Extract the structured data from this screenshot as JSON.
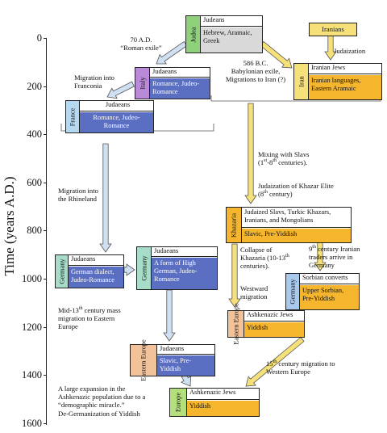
{
  "axis": {
    "label": "Time (years A.D.)",
    "ticks": [
      "0",
      "200",
      "400",
      "600",
      "800",
      "1000",
      "1200",
      "1400",
      "1600"
    ]
  },
  "colors": {
    "judea_side": "#8fd17a",
    "judea_lang": "#d9d9d9",
    "iran_side": "#f6e07a",
    "iran_lang": "#f5b52d",
    "italy_side": "#b98ad8",
    "blue_lang": "#5a6fc2",
    "france_side": "#b6d9f2",
    "germany_side": "#a6dcc8",
    "eastern_europe_side": "#f2c29b",
    "khazaria_side": "#f5b52d",
    "sorbian_side": "#a9c9ec",
    "europe_side": "#b3e07c",
    "arrow_blue": "#cfe0f3",
    "arrow_gold": "#f6e07a"
  },
  "nodes": {
    "judea": {
      "region": "Judea",
      "people": "Judeans",
      "language": "Hebrew, Aramaic, Greek"
    },
    "iranians": {
      "people": "Iranians"
    },
    "iran": {
      "region": "Iran",
      "people": "Iranian Jews",
      "language": "Iranian languages, Eastern Aramaic"
    },
    "italy": {
      "region": "Italy",
      "people": "Judaeans",
      "language": "Romance, Judeo-Romance"
    },
    "france": {
      "region": "France",
      "people": "Judaeans",
      "language": "Romance, Judeo-Romance"
    },
    "germany1": {
      "region": "Germany",
      "people": "Judaeans",
      "language": "German dialect, Judeo-Romance"
    },
    "germany2": {
      "region": "Germany",
      "people": "Judaeans",
      "language": "A form of High German, Judeo-Romance"
    },
    "khazaria": {
      "region": "Khazaria",
      "people": "Judaized Slavs, Turkic Khazars, Iranians, and Mongolians",
      "language": "Slavic, Pre-Yiddish"
    },
    "sorbian": {
      "region": "Germany",
      "people": "Sorbian converts",
      "language": "Upper Sorbian, Pre-Yiddish"
    },
    "eastern_europe1": {
      "region": "Eastern Europe",
      "people": "Ashkenazic Jews",
      "language": "Yiddish"
    },
    "eastern_europe2": {
      "region": "Eastern Europe",
      "people": "Judaeans",
      "language": "Slavic, Pre-Yiddish"
    },
    "europe": {
      "region": "Europe",
      "people": "Ashkenazic Jews",
      "language": "Yiddish"
    }
  },
  "annotations": {
    "roman_exile_1": "70 A.D.",
    "roman_exile_2": "“Roman exile”",
    "judaization": "Judaization",
    "babylonian_1": "586 B.C.",
    "babylonian_2": "Babylonian exile,",
    "babylonian_3": "Migrations to Iran (?)",
    "franconia_1": "Migration into",
    "franconia_2": "Franconia",
    "rhineland_1": "Migration into",
    "rhineland_2": "the Rhineland",
    "slavs_1": "Mixing with Slavs",
    "slavs_2a": "(1",
    "slavs_2sup1": "st",
    "slavs_2b": "-8",
    "slavs_2sup2": "th",
    "slavs_2c": " centuries).",
    "khazar_elite_1": "Judaization of Khazar Elite",
    "khazar_elite_2a": "(8",
    "khazar_elite_2sup": "th",
    "khazar_elite_2b": " century)",
    "collapse_1": "Collapse of",
    "collapse_2a": "Khazaria (10-13",
    "collapse_2sup": "th",
    "collapse_3": "centuries).",
    "iranian_traders_1a": "9",
    "iranian_traders_1sup": "th",
    "iranian_traders_1b": " century Iranian",
    "iranian_traders_2": "traders arrive in",
    "iranian_traders_3": "Germany",
    "westward_1": "Westward",
    "westward_2": "migration",
    "mass_migration_1a": "Mid-13",
    "mass_migration_1sup": "th",
    "mass_migration_1b": " century mass",
    "mass_migration_2": "migration to Eastern",
    "mass_migration_3": "Europe",
    "migration_15_1a": "15",
    "migration_15_1sup": "th",
    "migration_15_1b": " century migration to",
    "migration_15_2": "Western Europe",
    "expansion_1": "A large expansion in the",
    "expansion_2": "Ashkenazic population due to a",
    "expansion_3": "“demographic miracle.”",
    "expansion_4": "De-Germanization of Yiddish"
  }
}
